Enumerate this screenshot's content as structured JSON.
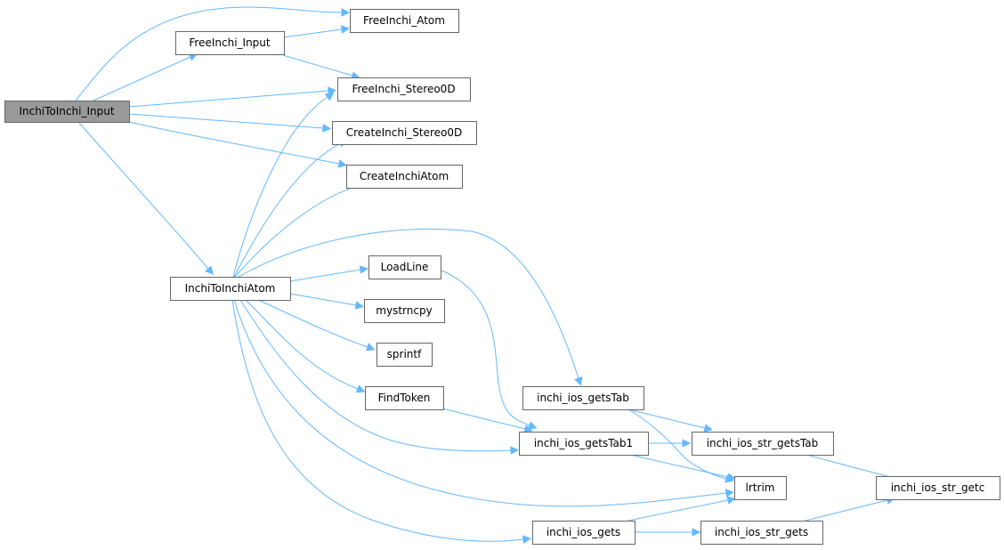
{
  "diagram": {
    "nodes": [
      {
        "id": "n0",
        "label": "InchiToInchi_Input",
        "root": true
      },
      {
        "id": "n1",
        "label": "FreeInchi_Atom"
      },
      {
        "id": "n2",
        "label": "FreeInchi_Input"
      },
      {
        "id": "n3",
        "label": "FreeInchi_Stereo0D"
      },
      {
        "id": "n4",
        "label": "CreateInchi_Stereo0D"
      },
      {
        "id": "n5",
        "label": "CreateInchiAtom"
      },
      {
        "id": "n6",
        "label": "InchiToInchiAtom"
      },
      {
        "id": "n7",
        "label": "LoadLine"
      },
      {
        "id": "n8",
        "label": "mystrncpy"
      },
      {
        "id": "n9",
        "label": "sprintf"
      },
      {
        "id": "n10",
        "label": "FindToken"
      },
      {
        "id": "n11",
        "label": "inchi_ios_getsTab"
      },
      {
        "id": "n12",
        "label": "inchi_ios_getsTab1"
      },
      {
        "id": "n13",
        "label": "inchi_ios_str_getsTab"
      },
      {
        "id": "n14",
        "label": "lrtrim"
      },
      {
        "id": "n15",
        "label": "inchi_ios_str_getc"
      },
      {
        "id": "n16",
        "label": "inchi_ios_gets"
      },
      {
        "id": "n17",
        "label": "inchi_ios_str_gets"
      }
    ],
    "edges": [
      {
        "from": "n0",
        "to": "n1"
      },
      {
        "from": "n0",
        "to": "n2"
      },
      {
        "from": "n0",
        "to": "n3"
      },
      {
        "from": "n0",
        "to": "n4"
      },
      {
        "from": "n0",
        "to": "n5"
      },
      {
        "from": "n0",
        "to": "n6"
      },
      {
        "from": "n2",
        "to": "n1"
      },
      {
        "from": "n2",
        "to": "n3"
      },
      {
        "from": "n6",
        "to": "n3"
      },
      {
        "from": "n6",
        "to": "n4"
      },
      {
        "from": "n6",
        "to": "n5"
      },
      {
        "from": "n6",
        "to": "n7"
      },
      {
        "from": "n6",
        "to": "n8"
      },
      {
        "from": "n6",
        "to": "n9"
      },
      {
        "from": "n6",
        "to": "n10"
      },
      {
        "from": "n6",
        "to": "n11"
      },
      {
        "from": "n6",
        "to": "n12"
      },
      {
        "from": "n6",
        "to": "n14"
      },
      {
        "from": "n6",
        "to": "n16"
      },
      {
        "from": "n7",
        "to": "n12"
      },
      {
        "from": "n10",
        "to": "n12"
      },
      {
        "from": "n11",
        "to": "n13"
      },
      {
        "from": "n11",
        "to": "n14"
      },
      {
        "from": "n12",
        "to": "n13"
      },
      {
        "from": "n12",
        "to": "n14"
      },
      {
        "from": "n13",
        "to": "n15"
      },
      {
        "from": "n16",
        "to": "n14"
      },
      {
        "from": "n16",
        "to": "n17"
      },
      {
        "from": "n17",
        "to": "n15"
      }
    ]
  }
}
